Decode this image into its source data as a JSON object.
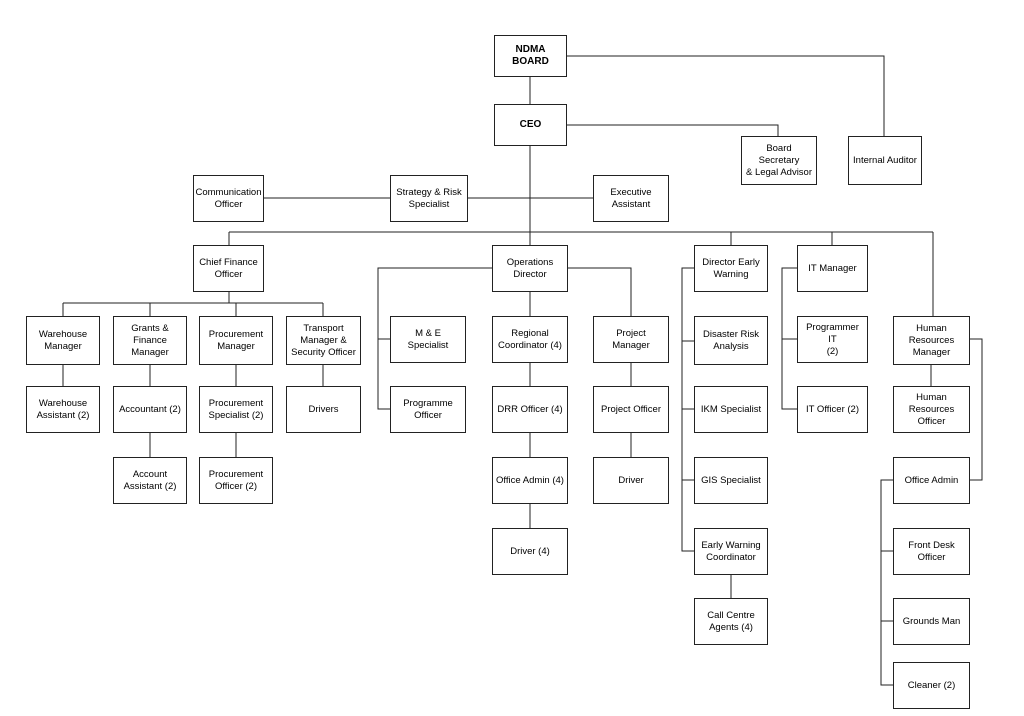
{
  "diagram": {
    "nodes": [
      {
        "id": "ndma-board",
        "label": "NDMA BOARD",
        "bold": true
      },
      {
        "id": "ceo",
        "label": "CEO",
        "bold": true
      },
      {
        "id": "board-secretary",
        "label": "Board Secretary\n& Legal Advisor"
      },
      {
        "id": "internal-auditor",
        "label": "Internal Auditor"
      },
      {
        "id": "communication-officer",
        "label": "Communication\nOfficer"
      },
      {
        "id": "strategy-risk",
        "label": "Strategy & Risk\nSpecialist"
      },
      {
        "id": "executive-assistant",
        "label": "Executive\nAssistant"
      },
      {
        "id": "cfo",
        "label": "Chief Finance\nOfficer"
      },
      {
        "id": "ops-director",
        "label": "Operations\nDirector"
      },
      {
        "id": "dir-early-warning",
        "label": "Director Early\nWarning"
      },
      {
        "id": "it-manager",
        "label": "IT Manager"
      },
      {
        "id": "warehouse-manager",
        "label": "Warehouse\nManager"
      },
      {
        "id": "grants-finance",
        "label": "Grants &\nFinance\nManager"
      },
      {
        "id": "procurement-manager",
        "label": "Procurement\nManager"
      },
      {
        "id": "transport-manager",
        "label": "Transport\nManager &\nSecurity Officer"
      },
      {
        "id": "warehouse-assistant",
        "label": "Warehouse\nAssistant (2)"
      },
      {
        "id": "accountant",
        "label": "Accountant (2)"
      },
      {
        "id": "account-assistant",
        "label": "Account\nAssistant (2)"
      },
      {
        "id": "procurement-specialist",
        "label": "Procurement\nSpecialist (2)"
      },
      {
        "id": "procurement-officer",
        "label": "Procurement\nOfficer (2)"
      },
      {
        "id": "drivers",
        "label": "Drivers"
      },
      {
        "id": "me-specialist",
        "label": "M & E Specialist"
      },
      {
        "id": "programme-officer",
        "label": "Programme\nOfficer"
      },
      {
        "id": "regional-coordinator",
        "label": "Regional\nCoordinator (4)"
      },
      {
        "id": "drr-officer",
        "label": "DRR Officer (4)"
      },
      {
        "id": "office-admin-4",
        "label": "Office Admin (4)"
      },
      {
        "id": "driver-4",
        "label": "Driver (4)"
      },
      {
        "id": "project-manager",
        "label": "Project Manager"
      },
      {
        "id": "project-officer",
        "label": "Project Officer"
      },
      {
        "id": "driver",
        "label": "Driver"
      },
      {
        "id": "disaster-risk-analysis",
        "label": "Disaster Risk\nAnalysis"
      },
      {
        "id": "ikm-specialist",
        "label": "IKM Specialist"
      },
      {
        "id": "gis-specialist",
        "label": "GIS Specialist"
      },
      {
        "id": "ew-coordinator",
        "label": "Early Warning\nCoordinator"
      },
      {
        "id": "call-centre",
        "label": "Call Centre\nAgents (4)"
      },
      {
        "id": "programmer-it",
        "label": "Programmer IT\n(2)"
      },
      {
        "id": "it-officer",
        "label": "IT Officer (2)"
      },
      {
        "id": "hr-manager",
        "label": "Human\nResources\nManager"
      },
      {
        "id": "hr-officer",
        "label": "Human\nResources\nOfficer"
      },
      {
        "id": "office-admin",
        "label": "Office Admin"
      },
      {
        "id": "front-desk",
        "label": "Front Desk\nOfficer"
      },
      {
        "id": "grounds-man",
        "label": "Grounds Man"
      },
      {
        "id": "cleaner",
        "label": "Cleaner (2)"
      }
    ]
  }
}
